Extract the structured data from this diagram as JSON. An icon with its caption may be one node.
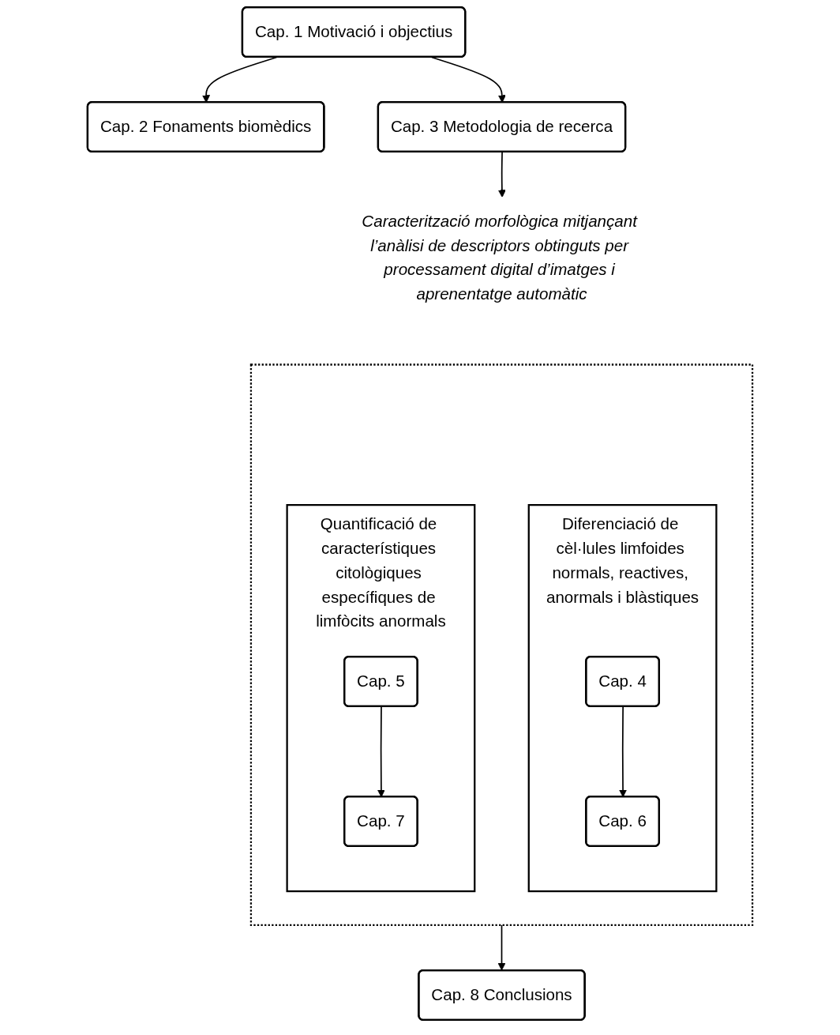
{
  "diagram": {
    "nodes": [
      {
        "text": [
          "Cap. 1 Motivació i objectius"
        ]
      },
      {
        "text": [
          "Cap. 2 Fonaments biomèdics"
        ]
      },
      {
        "text": [
          "Cap. 3 Metodologia de recerca"
        ]
      },
      {
        "text": [
          "Caracterització morfològica mitjançant l’anàlisi de descriptors obtinguts per processament digital d’imatges i aprenentatge automàtic"
        ]
      },
      {
        "text": [],
        "shape": "box"
      },
      {
        "text": [
          "Diferenciació de cèl·lules limfoides normals, reactives, anormals i blàstiques"
        ],
        "in": 4
      },
      {
        "text": [
          "Cap. 4"
        ],
        "in": 5
      },
      {
        "text": [
          "Cap. 6"
        ],
        "in": 5
      },
      {
        "text": [
          "Quantificació de característiques citològiques específiques de limfòcits anormals"
        ],
        "in": 4
      },
      {
        "text": [
          "Cap. 5"
        ],
        "in": 8
      },
      {
        "text": [
          "Cap. 7"
        ],
        "in": 8
      },
      {
        "text": [
          "Cap. 8 Conclusions"
        ]
      }
    ],
    "edges": [
      {
        "from": 0,
        "to": 1,
        "arrow": "to"
      },
      {
        "from": 0,
        "to": 2,
        "arrow": "to"
      },
      {
        "from": 2,
        "to": 3,
        "arrow": "to"
      },
      {
        "from": 6,
        "to": 7,
        "arrow": "to"
      },
      {
        "from": 9,
        "to": 10,
        "arrow": "to"
      },
      {
        "from": 4,
        "to": 11,
        "arrow": "to"
      }
    ]
  }
}
